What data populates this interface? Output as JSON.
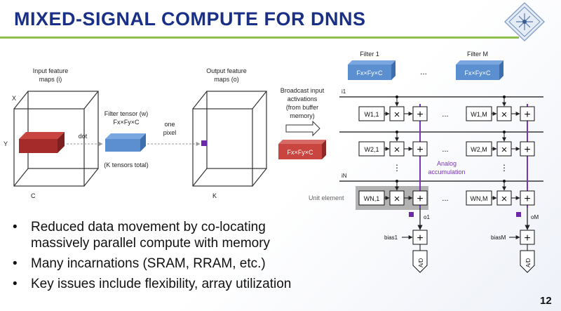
{
  "slide": {
    "title": "MIXED-SIGNAL COMPUTE FOR DNNS",
    "page_number": "12"
  },
  "left_diagram": {
    "input_label_1": "Input feature",
    "input_label_2": "maps (i)",
    "axis_x": "X",
    "axis_y": "Y",
    "axis_c": "C",
    "dot_label": "dot",
    "filter_label_1": "Filter tensor (w)",
    "filter_dims": "Fx×Fy×C",
    "k_tensors": "(K tensors total)",
    "one_pixel_1": "one",
    "one_pixel_2": "pixel",
    "output_label_1": "Output feature",
    "output_label_2": "maps (o)",
    "axis_k": "K"
  },
  "right_diagram": {
    "filter_1": "Filter 1",
    "filter_m": "Filter M",
    "tile_label": "Fx×Fy×C",
    "ellipsis": "...",
    "broadcast_1": "Broadcast input",
    "broadcast_2": "activations",
    "broadcast_3": "(from buffer",
    "broadcast_4": "memory)",
    "row_i1": "i1",
    "row_in": "iN",
    "w11": "W1,1",
    "w1m": "W1,M",
    "w21": "W2,1",
    "w2m": "W2,M",
    "wn1": "WN,1",
    "wnm": "WN,M",
    "analog_1": "Analog",
    "analog_2": "accumulation",
    "unit_element": "Unit element",
    "o1": "o1",
    "om": "oM",
    "bias1": "bias1",
    "biasm": "biasM",
    "adc": "A/D",
    "times": "×",
    "plus": "+",
    "vdots": "⋮"
  },
  "bullets": [
    {
      "line1": "Reduced data movement by co-locating",
      "line2": "massively parallel compute with memory"
    },
    {
      "line1": "Many incarnations (SRAM, RRAM, etc.)",
      "line2": ""
    },
    {
      "line1": "Key issues include flexibility, array utilization",
      "line2": ""
    }
  ],
  "bullet_glyph": "•",
  "colors": {
    "title": "#1a2f86",
    "rule": "#8fbf4d",
    "input_slab": "#a52a2a",
    "filter_tile": "#5b8fd0",
    "output_pixel": "#6a2aa8",
    "accumulation_wire": "#7a34b8",
    "unit_highlight": "#9a9a9a"
  }
}
